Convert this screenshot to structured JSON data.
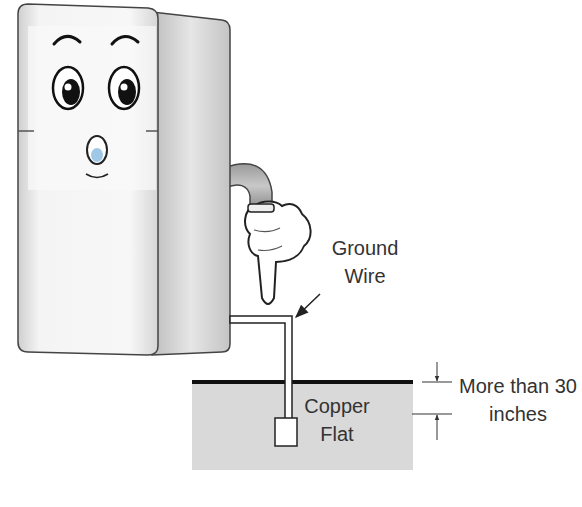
{
  "diagram": {
    "nodes": [
      {
        "text": [
          "Copper Flat"
        ]
      }
    ],
    "labels": [
      "Ground Wire",
      "More than 30 inches"
    ]
  }
}
